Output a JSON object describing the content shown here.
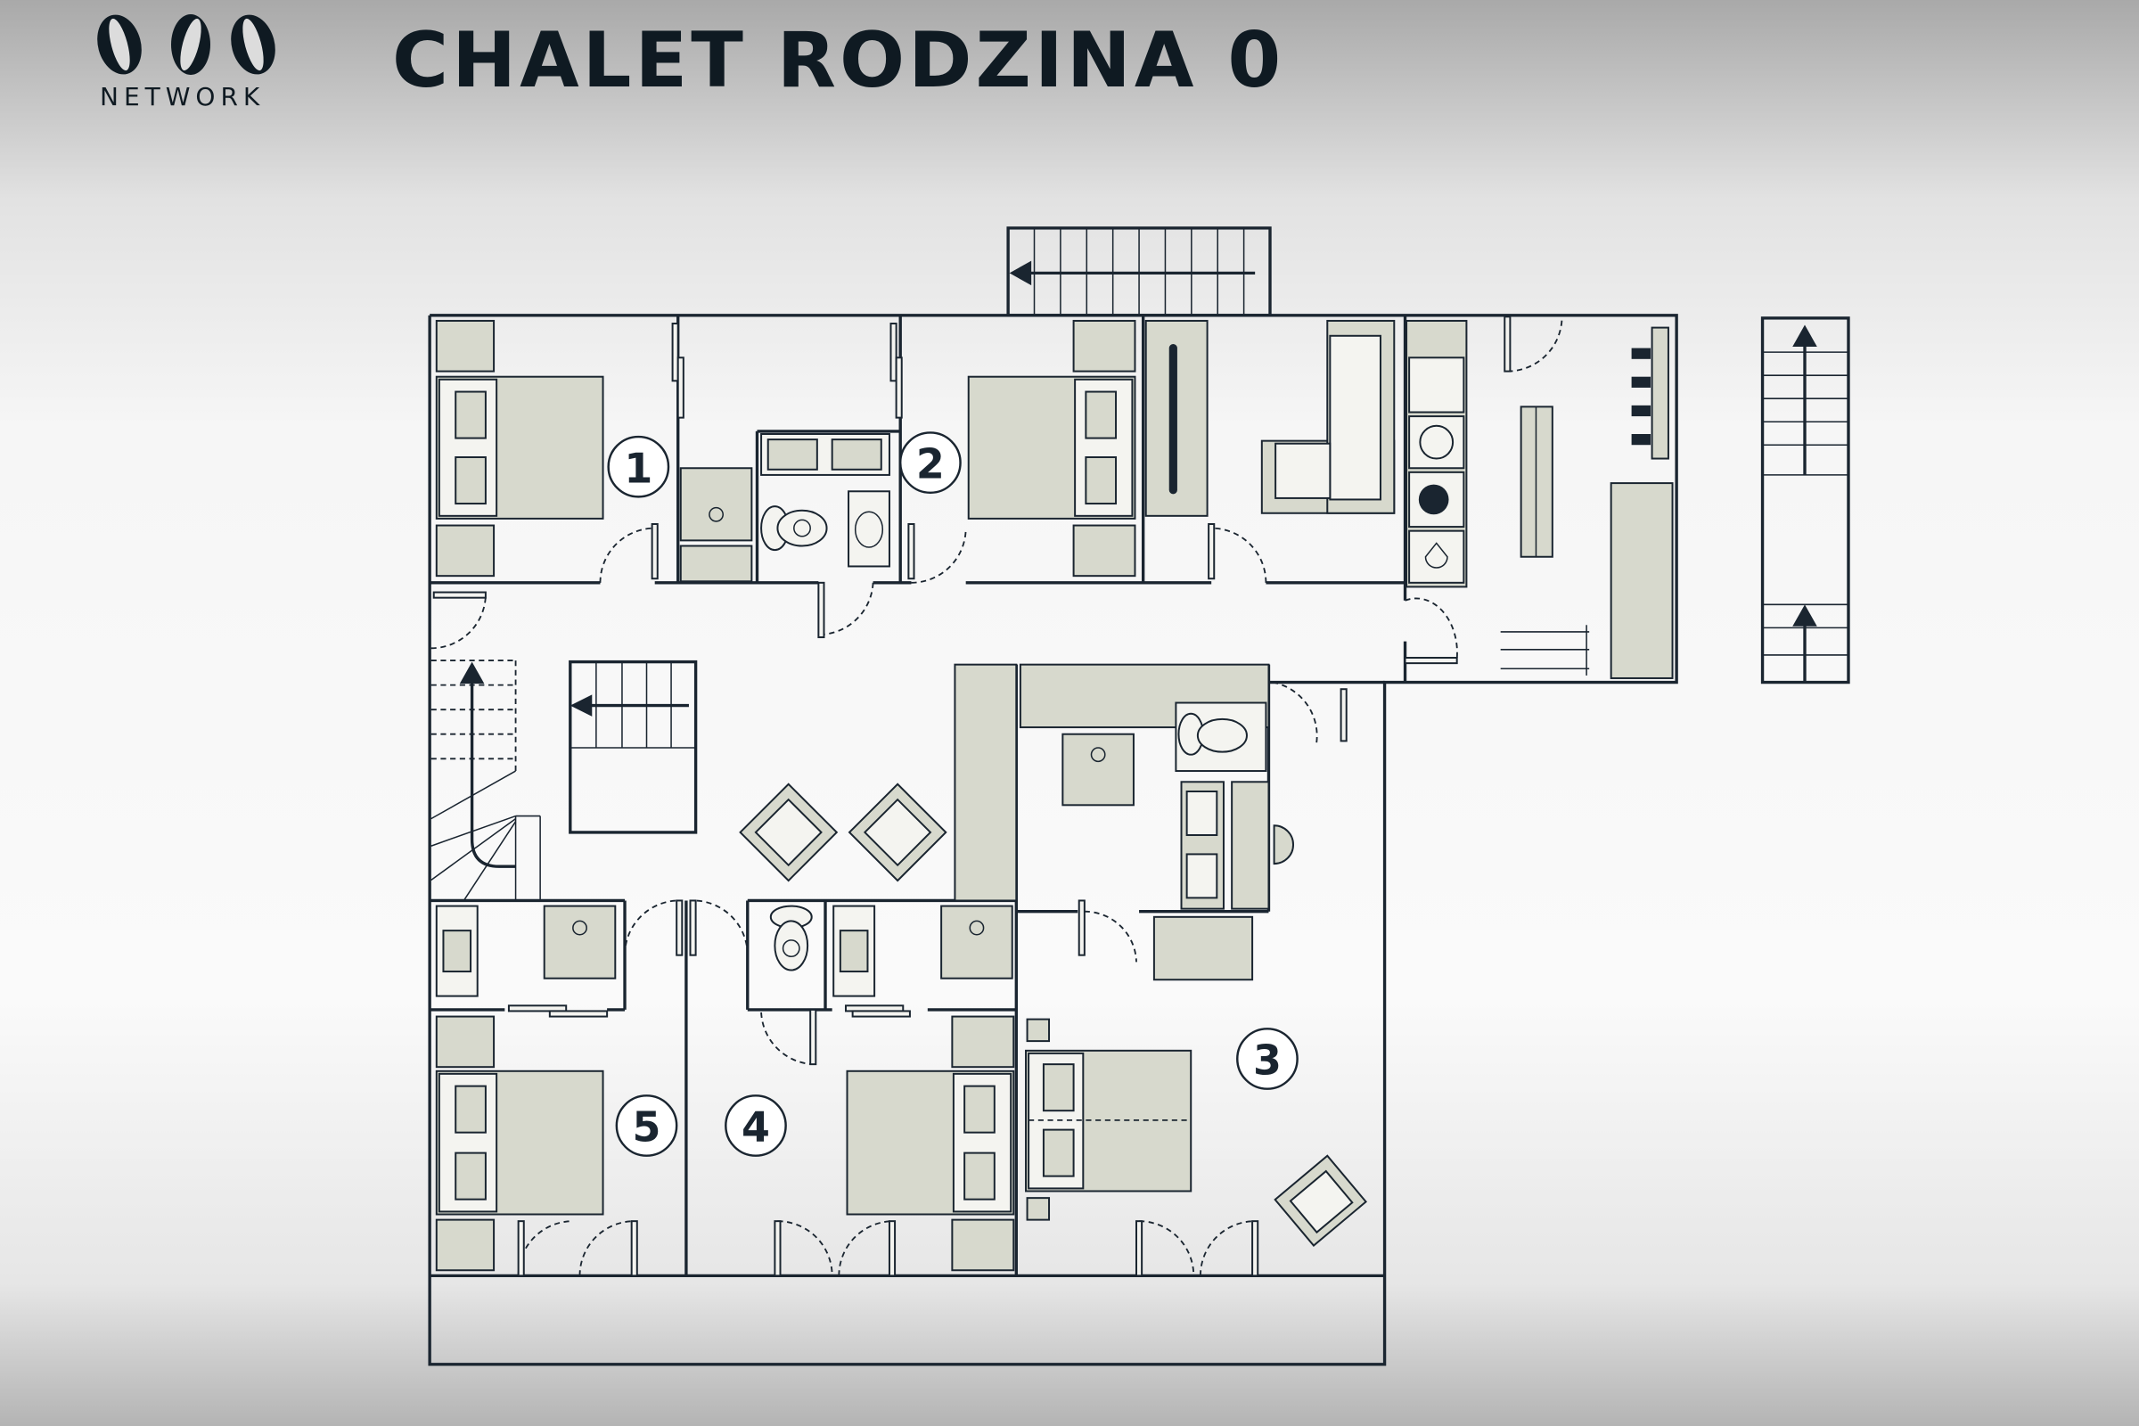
{
  "brand": {
    "logo_text": "NETWORK",
    "logo_mark": "ovo-mark"
  },
  "header": {
    "title": "CHALET RODZINA 0"
  },
  "plan": {
    "rooms": [
      {
        "number": "1"
      },
      {
        "number": "2"
      },
      {
        "number": "3"
      },
      {
        "number": "4"
      },
      {
        "number": "5"
      }
    ],
    "colors": {
      "wall": "#1a2530",
      "furniture": "#d7d9cd",
      "background": "#f6f6f6"
    }
  }
}
